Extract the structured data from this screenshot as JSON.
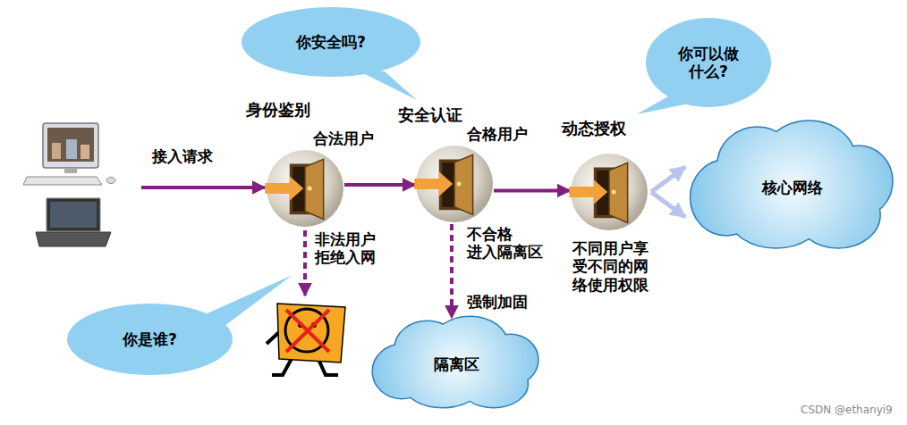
{
  "diagram": {
    "nodes": [
      {
        "text": [
          "你安全吗?"
        ]
      },
      {
        "text": [
          "你可以做 什么?"
        ]
      },
      {
        "text": [
          "身份鉴别"
        ]
      },
      {
        "text": [
          "安全认证"
        ]
      },
      {
        "text": [
          "动态授权"
        ]
      },
      {
        "text": [
          "核心网络"
        ]
      },
      {
        "text": [
          "隔离区"
        ]
      },
      {
        "text": [
          "你是谁?"
        ]
      }
    ],
    "edges": [
      {
        "from": 2,
        "to": 3,
        "arrow": "to",
        "label": "合法用户"
      },
      {
        "from": 3,
        "to": 4,
        "arrow": "to",
        "label": "合格用户"
      },
      {
        "from": 3,
        "to": 6,
        "arrow": "to",
        "label": "不合格 进入隔离区"
      },
      {
        "from": 4,
        "to": 5,
        "arrow": "to"
      }
    ],
    "labels": [
      "接入请求",
      "非法用户 拒绝入网",
      "强制加固",
      "不同用户享 受不同的网 络使用权限",
      "CSDN @ethanyi9"
    ]
  }
}
